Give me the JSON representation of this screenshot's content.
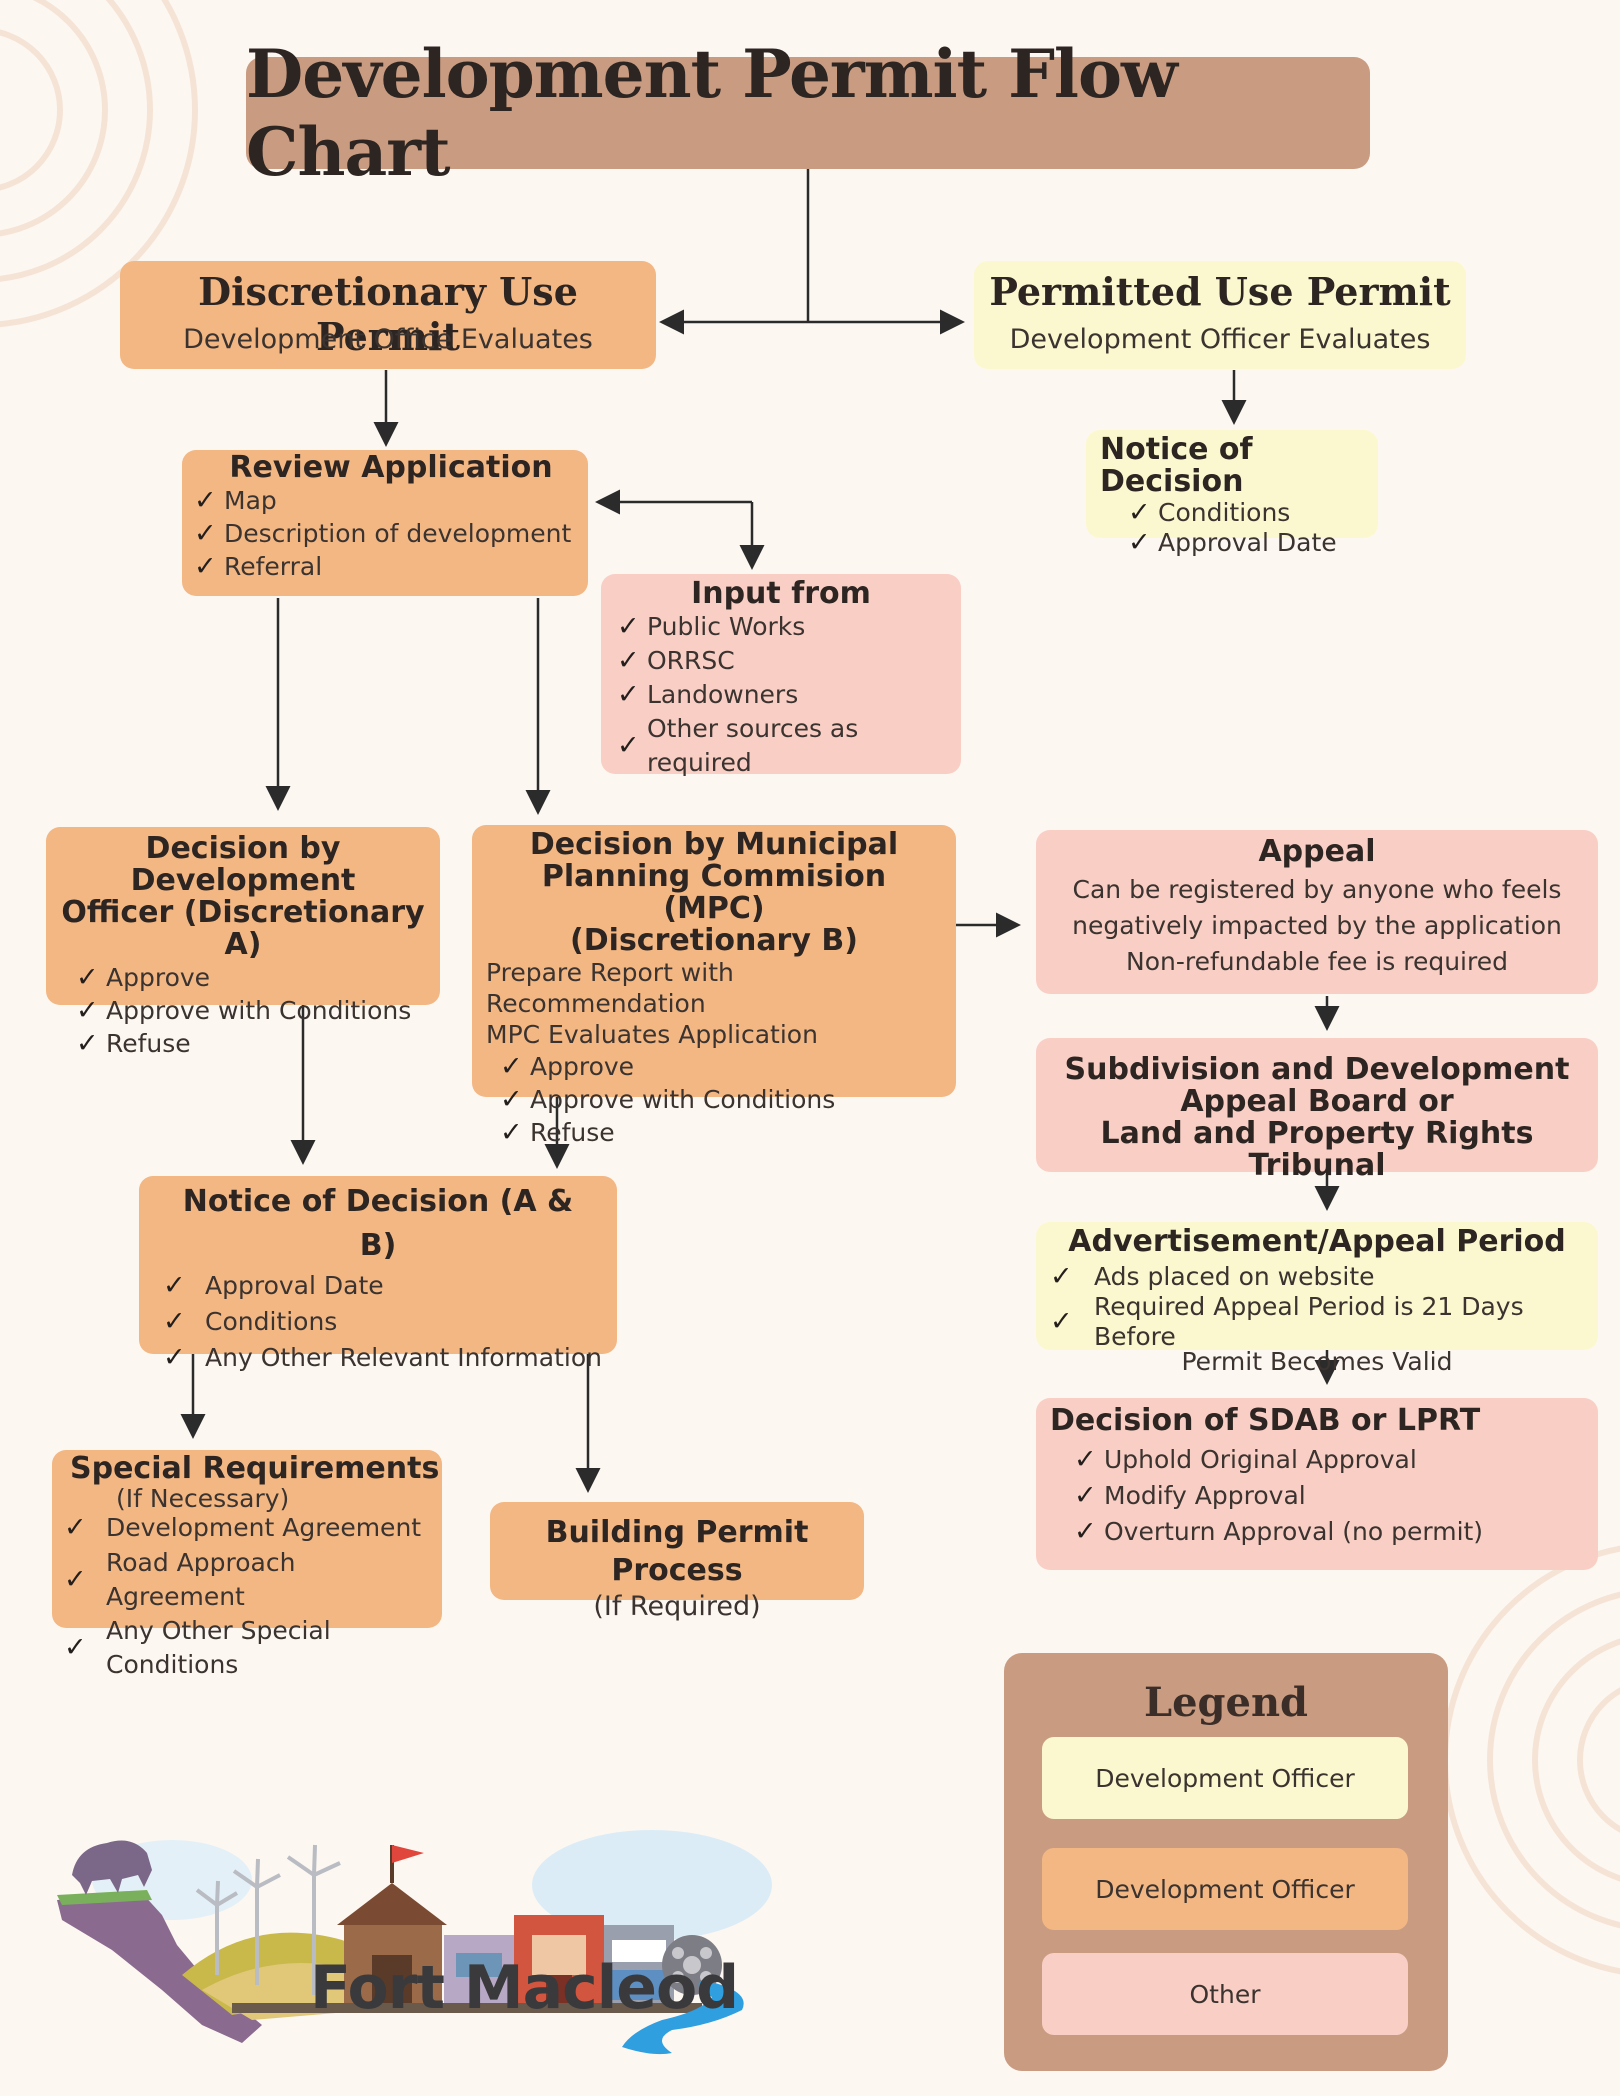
{
  "title": "Development Permit Flow Chart",
  "discretionary": {
    "title": "Discretionary Use Permit",
    "subtitle": "Development Office Evaluates"
  },
  "permitted": {
    "title": "Permitted Use Permit",
    "subtitle": "Development Officer Evaluates"
  },
  "notice_permitted": {
    "title": "Notice of Decision",
    "items": [
      "Conditions",
      "Approval Date"
    ]
  },
  "review": {
    "title": "Review Application",
    "items": [
      "Map",
      "Description of development",
      "Referral"
    ]
  },
  "input": {
    "title": "Input from",
    "items": [
      "Public Works",
      "ORRSC",
      "Landowners",
      "Other sources as required"
    ]
  },
  "decision_a": {
    "title_line1": "Decision by Development",
    "title_line2": "Officer (Discretionary A)",
    "items": [
      "Approve",
      "Approve with Conditions",
      "Refuse"
    ]
  },
  "decision_b": {
    "title_line1": "Decision by Municipal",
    "title_line2": "Planning Commision (MPC)",
    "title_line3": "(Discretionary B)",
    "text1": "Prepare Report with Recommendation",
    "text2": "MPC Evaluates Application",
    "items": [
      "Approve",
      "Approve with Conditions",
      "Refuse"
    ]
  },
  "appeal": {
    "title": "Appeal",
    "line1": "Can be registered by anyone who feels",
    "line2": "negatively impacted by the application",
    "line3": "Non-refundable fee is required"
  },
  "sdab": {
    "line1": "Subdivision and Development",
    "line2": "Appeal Board or",
    "line3": "Land and Property Rights Tribunal"
  },
  "advert": {
    "title": "Advertisement/Appeal Period",
    "item1": "Ads placed on website",
    "item2_line1": "Required Appeal Period is 21 Days Before",
    "item2_line2": "Permit Becomes Valid"
  },
  "decision_sdab": {
    "title": "Decision of SDAB or LPRT",
    "items": [
      "Uphold Original Approval",
      "Modify Approval",
      "Overturn Approval (no permit)"
    ]
  },
  "notice_ab": {
    "title": "Notice of Decision (A & B)",
    "items": [
      "Approval Date",
      "Conditions",
      "Any Other Relevant Information"
    ]
  },
  "special": {
    "title": "Special Requirements",
    "subtitle": "(If Necessary)",
    "items": [
      "Development Agreement",
      "Road Approach Agreement",
      "Any Other Special Conditions"
    ]
  },
  "building": {
    "title": "Building Permit Process",
    "subtitle": "(If Required)"
  },
  "legend": {
    "title": "Legend",
    "items": [
      "Development Officer",
      "Development Officer",
      "Other"
    ]
  },
  "logo_text": "Fort Macleod",
  "check_glyph": "✓",
  "colors": {
    "yellow": "#fbf8cf",
    "orange": "#f3b784",
    "pink": "#f9cfc5",
    "brown": "#c99c82"
  }
}
